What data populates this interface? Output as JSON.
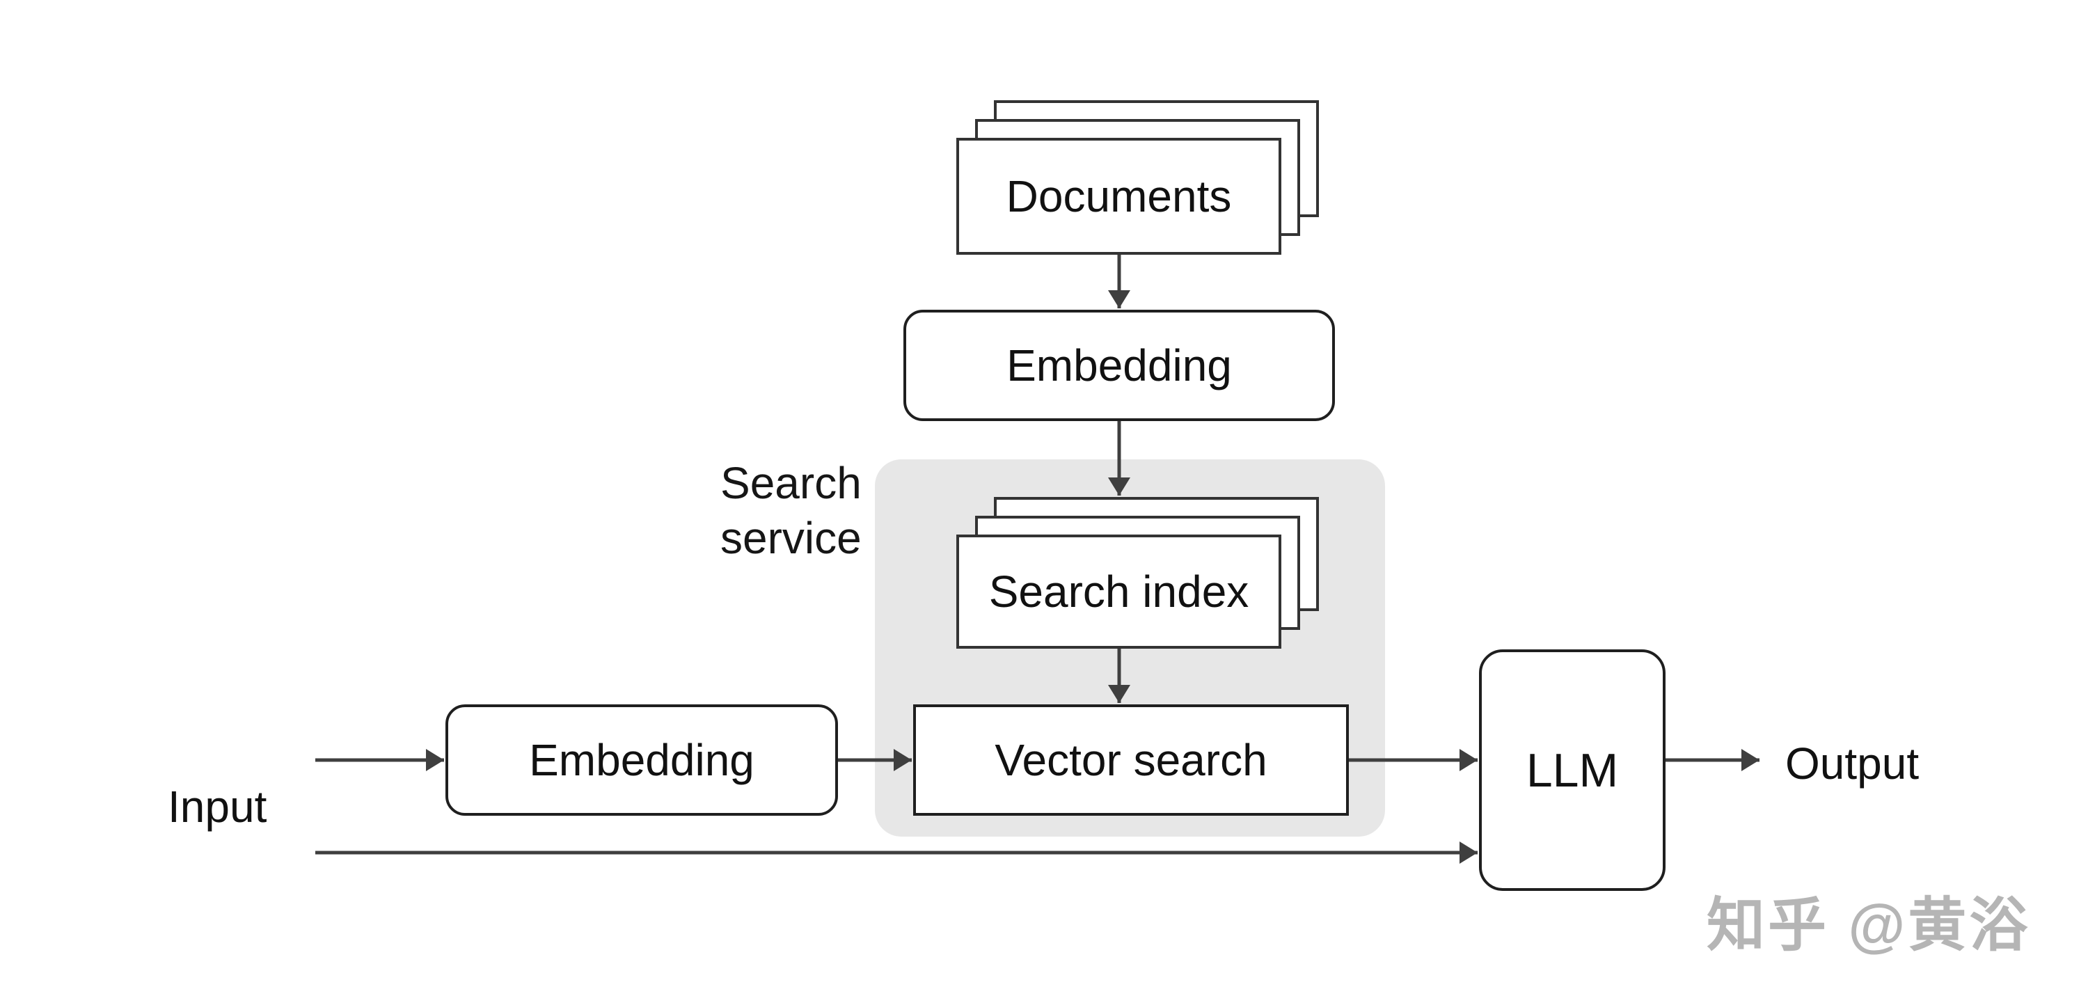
{
  "diagram": {
    "nodes": {
      "documents": "Documents",
      "embedding_index": "Embedding",
      "search_index": "Search index",
      "vector_search": "Vector search",
      "embedding_query": "Embedding",
      "llm": "LLM"
    },
    "group": {
      "name_line1": "Search",
      "name_line2": "service"
    },
    "io": {
      "input": "Input",
      "output": "Output"
    },
    "watermark": "知乎 @黄浴",
    "colors": {
      "background": "#ffffff",
      "search_service_region_fill": "#e7e7e7",
      "box_border": "#1f1f1f",
      "stack_border": "#333333",
      "arrow": "#3f3f3f",
      "text": "#111111",
      "watermark": "#b5b5b5"
    }
  }
}
